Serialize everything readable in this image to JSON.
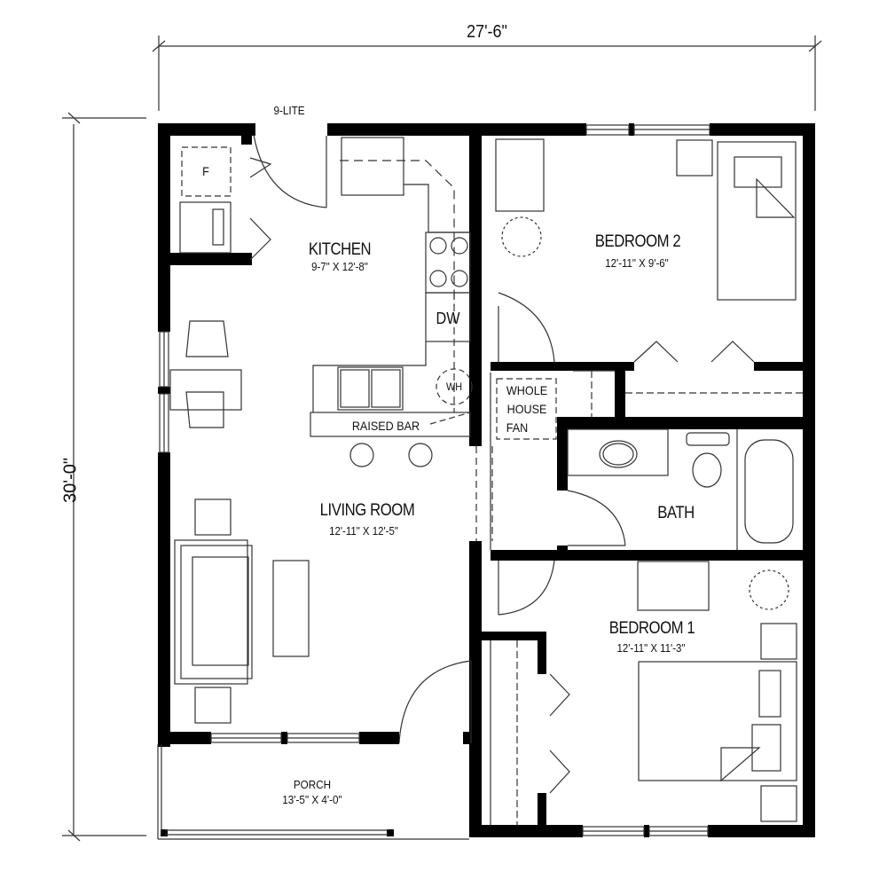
{
  "plan": {
    "overall_width": "27'-6\"",
    "overall_depth": "30'-0\"",
    "rooms": {
      "kitchen": {
        "name": "KITCHEN",
        "dims": "9-7\" X 12'-8\""
      },
      "living_room": {
        "name": "LIVING ROOM",
        "dims": "12'-11\" X 12'-5\""
      },
      "bedroom2": {
        "name": "BEDROOM 2",
        "dims": "12'-11\" X 9'-6\""
      },
      "bedroom1": {
        "name": "BEDROOM 1",
        "dims": "12'-11\" X 11'-3\""
      },
      "bath": {
        "name": "BATH"
      },
      "porch": {
        "name": "PORCH",
        "dims": "13'-5\" X 4'-0\""
      }
    },
    "annotations": {
      "door_type": "9-LITE",
      "freezer": "F",
      "dishwasher": "DW",
      "water_heater": "WH",
      "raised_bar": "RAISED BAR",
      "whole_house_fan": [
        "WHOLE",
        "HOUSE",
        "FAN"
      ]
    },
    "colors": {
      "wall": "#000000",
      "line": "#333333",
      "background": "#ffffff"
    }
  }
}
